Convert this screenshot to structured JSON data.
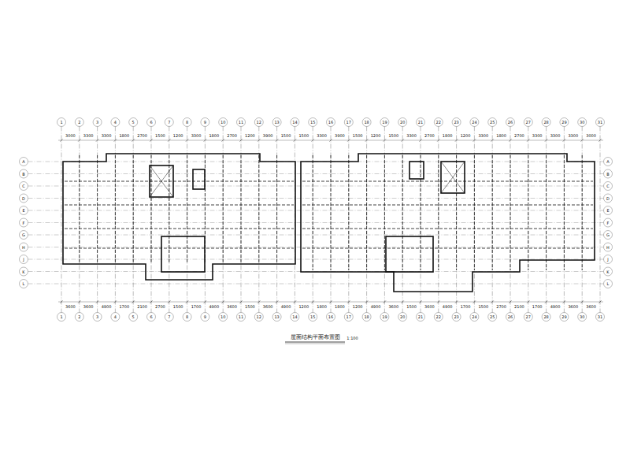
{
  "diagram": {
    "title": "屋面结构平面布置图",
    "labels": [
      "1",
      "2",
      "3",
      "4",
      "5",
      "6",
      "7",
      "8",
      "9",
      "10",
      "11",
      "12",
      "13",
      "14",
      "15",
      "16",
      "17",
      "18",
      "19",
      "20",
      "21",
      "22",
      "23",
      "24",
      "25",
      "26",
      "27",
      "28",
      "29",
      "30",
      "31",
      "1",
      "2",
      "3",
      "4",
      "5",
      "6",
      "7",
      "8",
      "9",
      "10",
      "11",
      "12",
      "13",
      "14",
      "15",
      "16",
      "17",
      "18",
      "19",
      "20",
      "21",
      "22",
      "23",
      "24",
      "25",
      "26",
      "27",
      "28",
      "29",
      "30",
      "31",
      "A",
      "B",
      "C",
      "D",
      "E",
      "F",
      "G",
      "H",
      "J",
      "K",
      "L",
      "A",
      "B",
      "C",
      "D",
      "E",
      "F",
      "G",
      "H",
      "J",
      "K",
      "L",
      "3000",
      "3300",
      "3300",
      "1800",
      "2700",
      "1500",
      "1200",
      "3300",
      "1800",
      "2700",
      "1200",
      "3900",
      "1500",
      "1500",
      "3300",
      "3900",
      "1500",
      "1200",
      "1500",
      "3300",
      "2700",
      "1800",
      "1200",
      "3300",
      "1800",
      "2700",
      "3300",
      "3300",
      "3300",
      "3000",
      "3600",
      "3600",
      "4900",
      "1700",
      "2100",
      "2700",
      "1500",
      "1700",
      "4900",
      "3600",
      "1500",
      "3600",
      "4900",
      "1200",
      "1800",
      "1800",
      "1200",
      "4900",
      "3600",
      "1500",
      "3600",
      "4900",
      "1700",
      "1500",
      "2700",
      "2100",
      "1700",
      "4900",
      "3600",
      "3600",
      "1:100"
    ]
  }
}
